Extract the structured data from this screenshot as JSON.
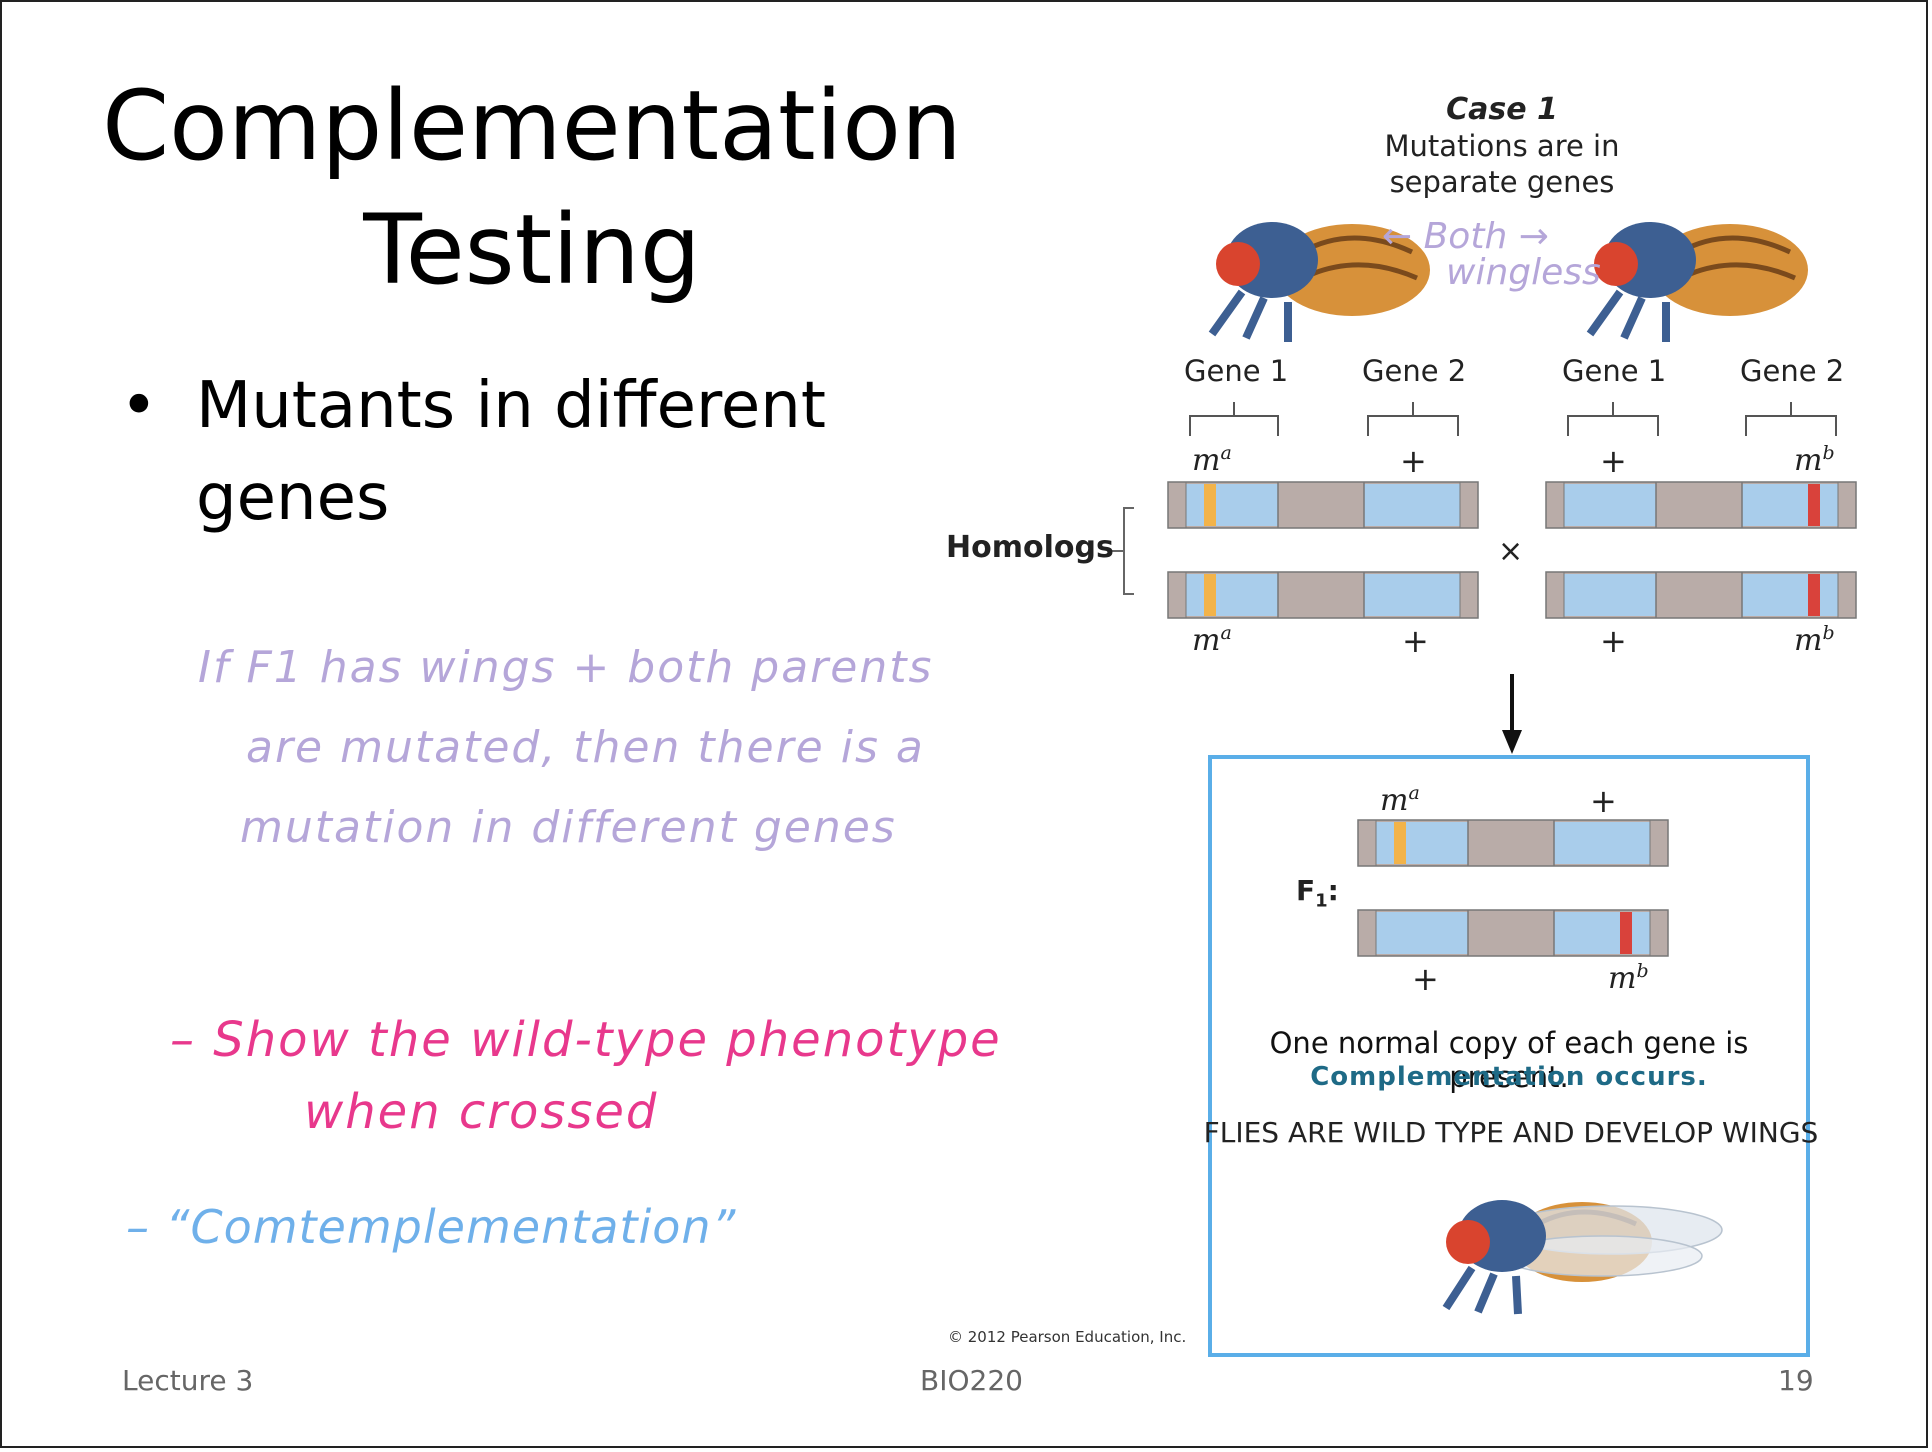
{
  "slide": {
    "title_line1": "Complementation",
    "title_line2": "Testing",
    "bullet_symbol": "•",
    "bullet_text_line1": "Mutants in different",
    "bullet_text_line2": "genes"
  },
  "handwriting": {
    "purple_line1": "If F1 has wings + both parents",
    "purple_line2": "are mutated, then there is a",
    "purple_line3": "mutation in different genes",
    "pink_line1": "– Show the wild-type phenotype",
    "pink_line2": "when crossed",
    "blue_line1": "– “Comtemplementation”",
    "fly_annotation_line1": "← Both →",
    "fly_annotation_line2": "wingless"
  },
  "figure": {
    "case_title": "Case 1",
    "case_subtitle_line1": "Mutations are in",
    "case_subtitle_line2": "separate genes",
    "gene1_label": "Gene 1",
    "gene2_label": "Gene 2",
    "allele_m": "m",
    "sup_a": "a",
    "sup_b": "b",
    "plus": "+",
    "homologs_label": "Homologs",
    "cross_symbol": "×",
    "f1_label": "F",
    "f1_sub": "1",
    "f1_colon": ":",
    "normal_copy_text": "One normal copy of each gene is present.",
    "complementation_text": "Complementation occurs.",
    "flies_text": "FLIES ARE WILD TYPE AND DEVELOP WINGS",
    "copyright": "© 2012 Pearson Education, Inc.",
    "colors": {
      "chromosome_gray": "#b9aca8",
      "gene_blue": "#a9cdeb",
      "mutation_a": "#f2b34a",
      "mutation_b": "#d9423b",
      "box_border": "#5aaee8"
    }
  },
  "footer": {
    "left": "Lecture 3",
    "center": "BIO220",
    "page_number": "19"
  }
}
